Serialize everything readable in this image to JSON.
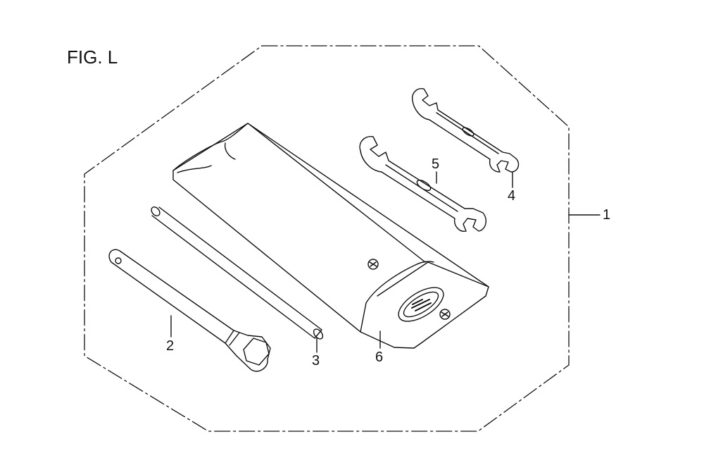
{
  "figure": {
    "title": "FIG. L",
    "callouts": [
      {
        "number": "1",
        "part": "tool-kit-assembly"
      },
      {
        "number": "2",
        "part": "spark-plug-wrench"
      },
      {
        "number": "3",
        "part": "wrench-handle-bar"
      },
      {
        "number": "4",
        "part": "open-end-wrench-small"
      },
      {
        "number": "5",
        "part": "open-end-wrench-large"
      },
      {
        "number": "6",
        "part": "tool-bag"
      }
    ]
  },
  "colors": {
    "line": "#111111",
    "background": "#ffffff"
  }
}
